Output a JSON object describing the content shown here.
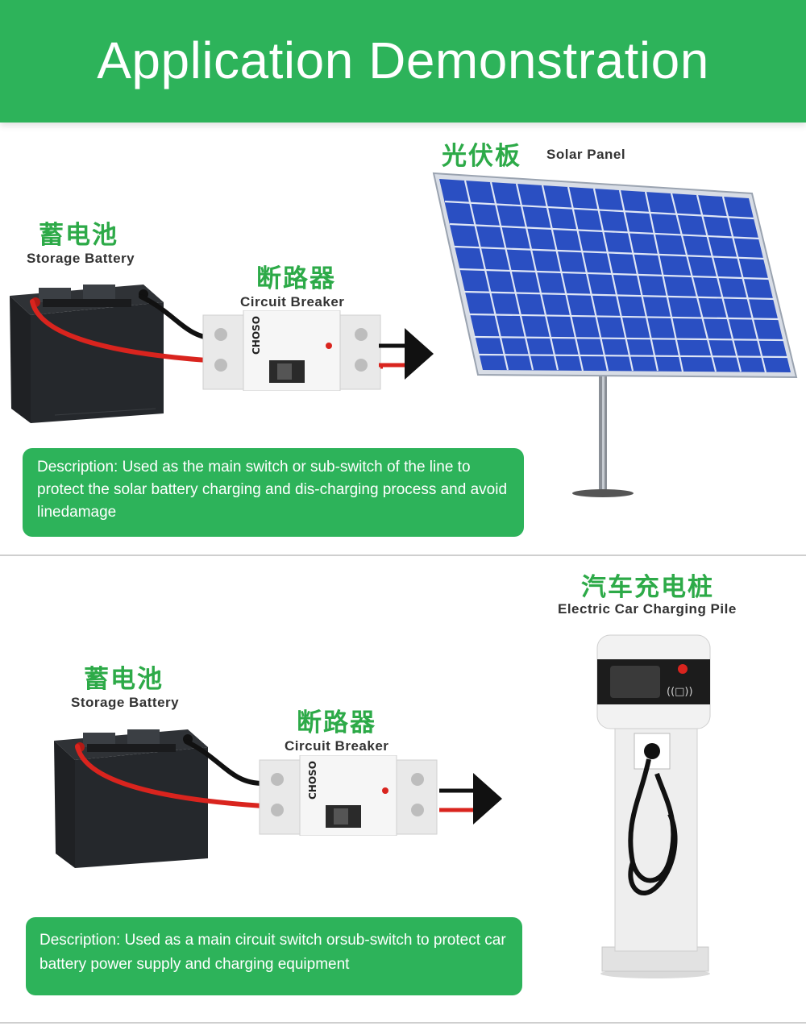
{
  "header": {
    "title": "Application Demonstration"
  },
  "section1": {
    "solar_panel_cn": "光伏板",
    "solar_panel_en": "Solar Panel",
    "battery_cn": "蓄电池",
    "battery_en": "Storage Battery",
    "breaker_cn": "断路器",
    "breaker_en": "Circuit Breaker",
    "description": "Description: Used as the main switch or sub-switch of the line to protect the solar battery charging and dis-charging process and avoid linedamage"
  },
  "section2": {
    "charging_pile_cn": "汽车充电桩",
    "charging_pile_en": "Electric Car Charging Pile",
    "battery_cn": "蓄电池",
    "battery_en": "Storage Battery",
    "breaker_cn": "断路器",
    "breaker_en": "Circuit Breaker",
    "description": "Description: Used as a main circuit switch orsub-switch to protect car battery power supply and charging equipment"
  },
  "breaker_brand": "CHOSO",
  "colors": {
    "accent_green": "#2db35a",
    "label_green": "#2daa48",
    "panel_blue": "#2a4fc2",
    "cable_red": "#d9241e"
  }
}
